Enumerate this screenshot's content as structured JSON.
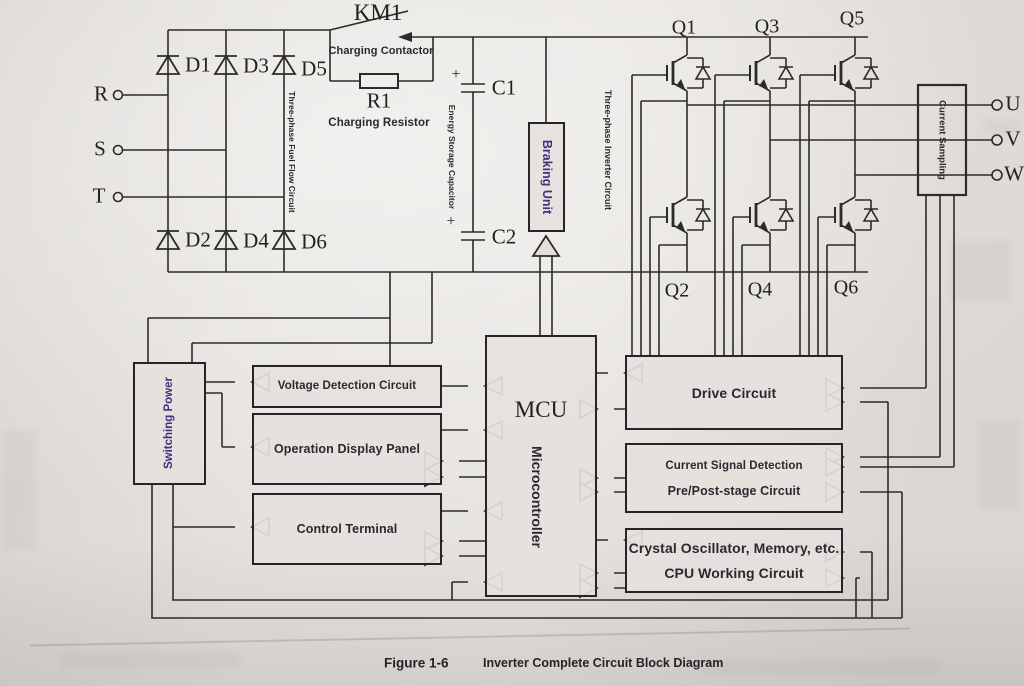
{
  "figure": {
    "label": "Figure 1-6",
    "caption": "Inverter Complete Circuit Block Diagram"
  },
  "colors": {
    "paper": "#dfdbd7",
    "wire": "#2d2b29",
    "accent_purple": "#43307f"
  },
  "input_terminals": {
    "r": "R",
    "s": "S",
    "t": "T"
  },
  "output_terminals": {
    "u": "U",
    "v": "V",
    "w": "W"
  },
  "rectifier": {
    "d1": "D1",
    "d2": "D2",
    "d3": "D3",
    "d4": "D4",
    "d5": "D5",
    "d6": "D6",
    "label": "Three-phase Fuel Flow Circuit"
  },
  "charging": {
    "contactor_ref": "KM1",
    "contactor_label": "Charging Contactor",
    "resistor_ref": "R1",
    "resistor_label": "Charging Resistor"
  },
  "dc_link": {
    "c1": "C1",
    "c2": "C2",
    "plus": "+",
    "label": "Energy Storage Capacitor"
  },
  "braking": {
    "label": "Braking Unit"
  },
  "inverter": {
    "label": "Three-phase Inverter Circuit",
    "q1": "Q1",
    "q2": "Q2",
    "q3": "Q3",
    "q4": "Q4",
    "q5": "Q5",
    "q6": "Q6"
  },
  "sampling": {
    "label": "Current Sampling"
  },
  "blocks": {
    "switching_power": "Switching Power",
    "voltage_detection": "Voltage Detection Circuit",
    "operation_display": "Operation Display Panel",
    "control_terminal": "Control Terminal",
    "mcu": "MCU",
    "mcu_sub": "Microcontroller",
    "drive": "Drive Circuit",
    "current_detection_line1": "Current Signal Detection",
    "current_detection_line2": "Pre/Post-stage Circuit",
    "cpu_line1": "Crystal Oscillator, Memory, etc.",
    "cpu_line2": "CPU Working Circuit"
  }
}
